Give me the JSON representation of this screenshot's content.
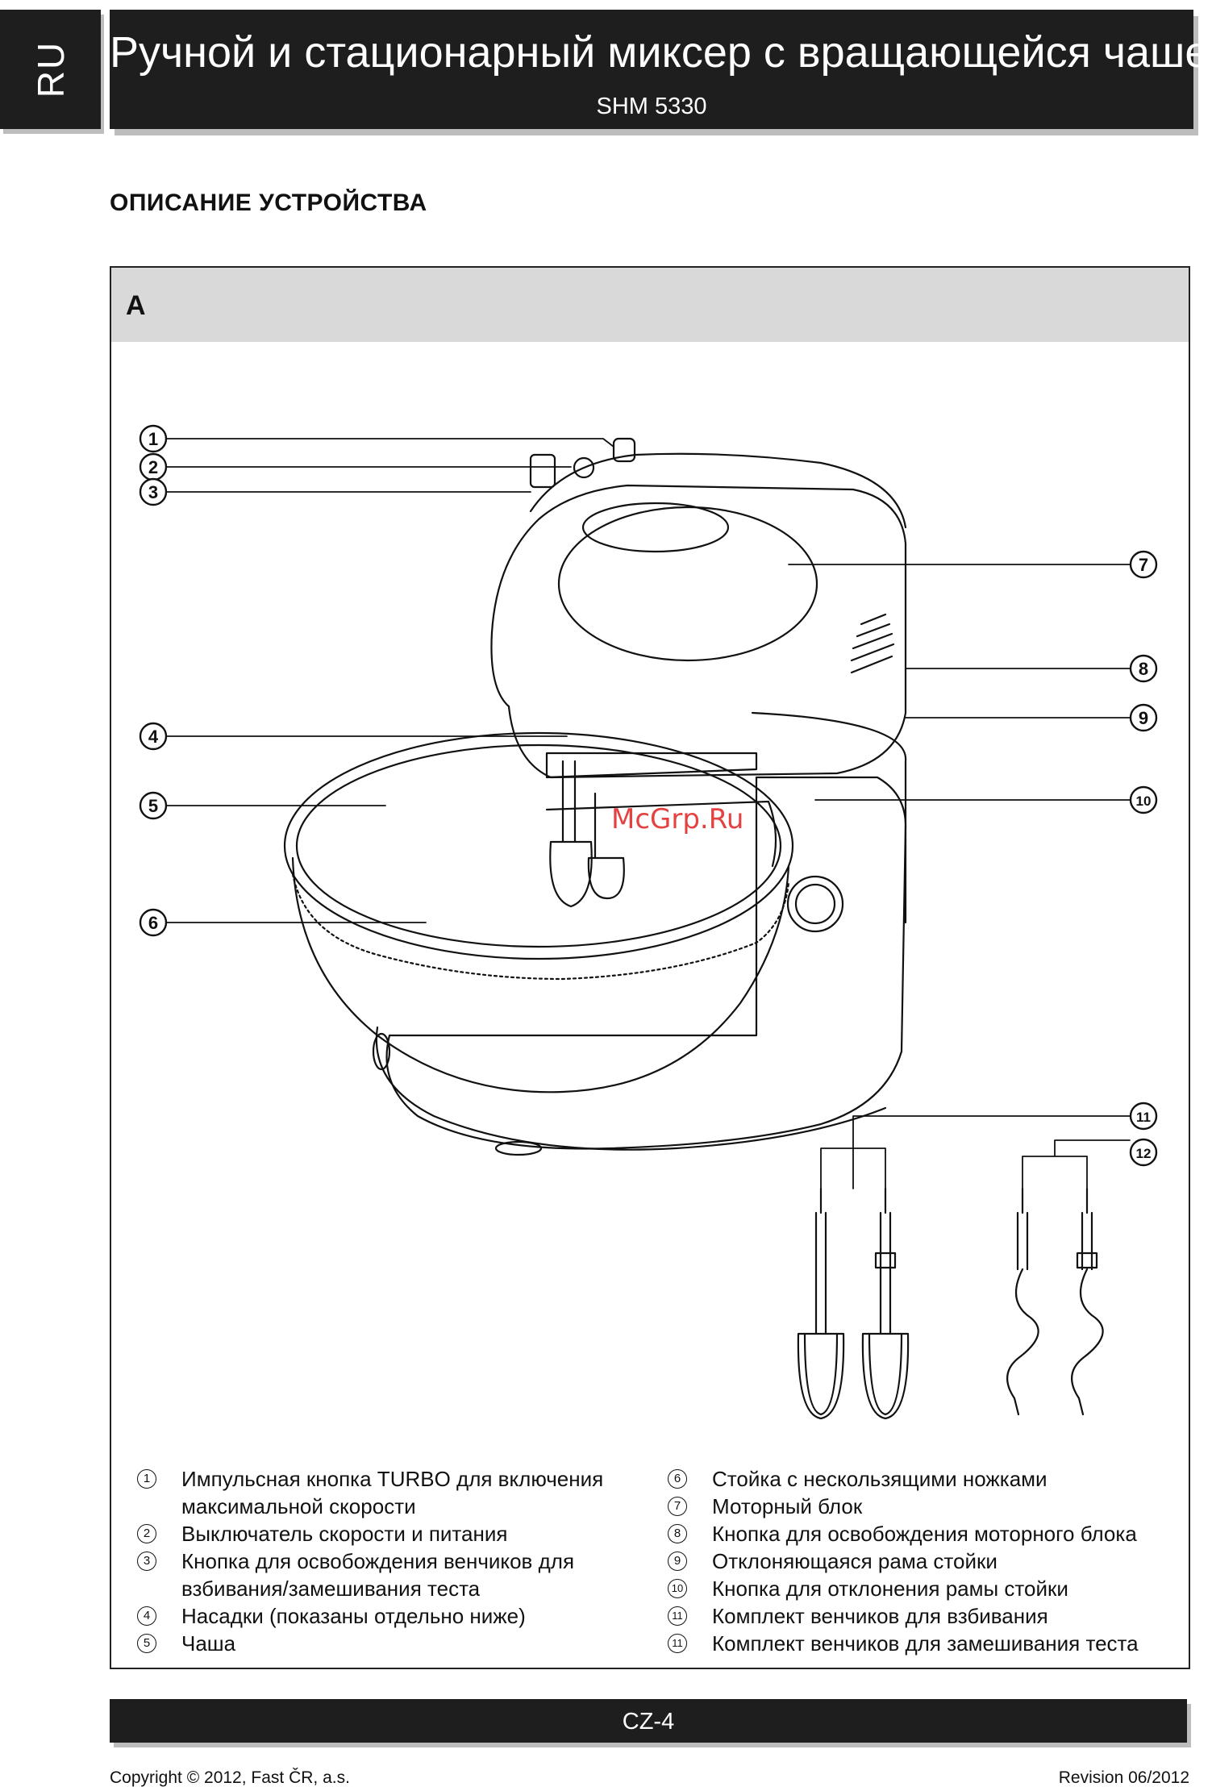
{
  "header": {
    "lang": "RU",
    "title": "Ручной и стационарный миксер с вращающейся чашей",
    "model": "SHM 5330"
  },
  "section": {
    "heading": "ОПИСАНИЕ УСТРОЙСТВА"
  },
  "panel": {
    "label": "A",
    "watermark": "McGrp.Ru",
    "callouts": [
      "1",
      "2",
      "3",
      "4",
      "5",
      "6",
      "7",
      "8",
      "9",
      "10",
      "11",
      "12"
    ]
  },
  "legend": {
    "left": [
      {
        "num": "1",
        "text": "Импульсная кнопка TURBO для включения максимальной скорости"
      },
      {
        "num": "2",
        "text": "Выключатель скорости и питания"
      },
      {
        "num": "3",
        "text": "Кнопка для освобождения венчиков для взбивания/замешивания теста"
      },
      {
        "num": "4",
        "text": "Насадки (показаны отдельно ниже)"
      },
      {
        "num": "5",
        "text": "Чаша"
      }
    ],
    "right": [
      {
        "num": "6",
        "text": "Стойка с нескользящими ножками"
      },
      {
        "num": "7",
        "text": "Моторный блок"
      },
      {
        "num": "8",
        "text": "Кнопка для освобождения моторного блока"
      },
      {
        "num": "9",
        "text": "Отклоняющаяся рама стойки"
      },
      {
        "num": "10",
        "text": "Кнопка для отклонения рамы стойки"
      },
      {
        "num": "11",
        "text": "Комплект венчиков для взбивания"
      },
      {
        "num": "11",
        "text": "Комплект венчиков для замешивания теста"
      }
    ]
  },
  "footer": {
    "page": "CZ-4",
    "copyright": "Copyright © 2012, Fast ČR, a.s.",
    "revision": "Revision 06/2012"
  }
}
